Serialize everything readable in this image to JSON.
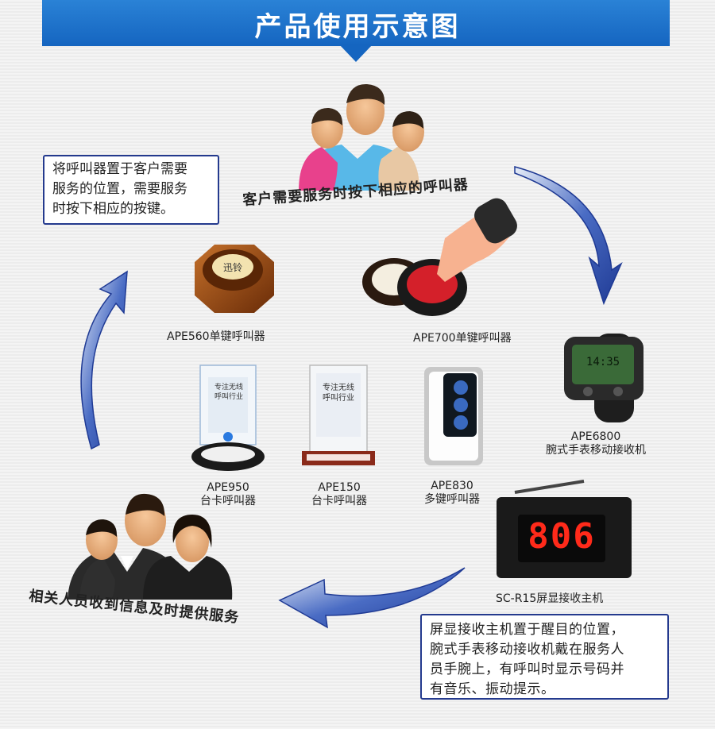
{
  "title": "产品使用示意图",
  "top_caption": "客户需要服务时按下相应的呼叫器",
  "bottom_caption": "相关人员收到信息及时提供服务",
  "left_box_lines": [
    "将呼叫器置于客户需要",
    "服务的位置，需要服务",
    "时按下相应的按键。"
  ],
  "right_box_lines": [
    "屏显接收主机置于醒目的位置，",
    "腕式手表移动接收机戴在服务人",
    "员手腕上，有呼叫时显示号码并",
    "有音乐、振动提示。"
  ],
  "products": {
    "ape560": "APE560单键呼叫器",
    "ape700": "APE700单键呼叫器",
    "ape6800_model": "APE6800",
    "ape6800_desc": "腕式手表移动接收机",
    "ape950_model": "APE950",
    "ape950_desc": "台卡呼叫器",
    "ape150_model": "APE150",
    "ape150_desc": "台卡呼叫器",
    "ape830_model": "APE830",
    "ape830_desc": "多键呼叫器",
    "scr15": "SC-R15屏显接收主机"
  },
  "displays": {
    "watch_time": "14:35",
    "host_number": "806"
  },
  "card_text": {
    "line1": "专注无线",
    "line2": "呼叫行业"
  },
  "colors": {
    "banner": "#1565c0",
    "arrow": "#2c4aa8",
    "box_border": "#243a8e",
    "led": "#ff2a1a"
  }
}
